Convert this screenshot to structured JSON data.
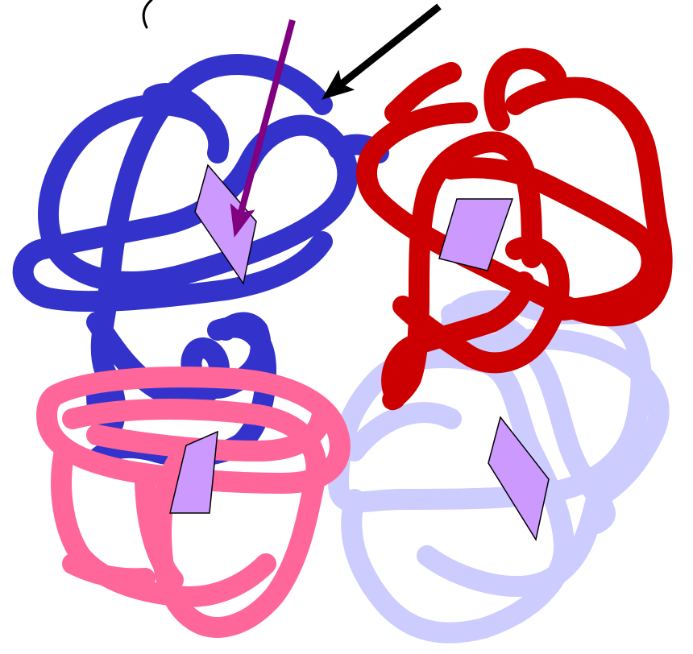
{
  "figure": {
    "subunits": [
      {
        "id": "alpha-1",
        "color": "#3333cc"
      },
      {
        "id": "beta-1",
        "color": "#cc0000"
      },
      {
        "id": "beta-2",
        "color": "#ff6699"
      },
      {
        "id": "alpha-2",
        "color": "#ccccff"
      }
    ],
    "heme_color": "#cc99ff",
    "arrows": [
      {
        "id": "heme-pointer",
        "color": "#800080"
      },
      {
        "id": "chain-pointer",
        "color": "#000000"
      }
    ]
  }
}
